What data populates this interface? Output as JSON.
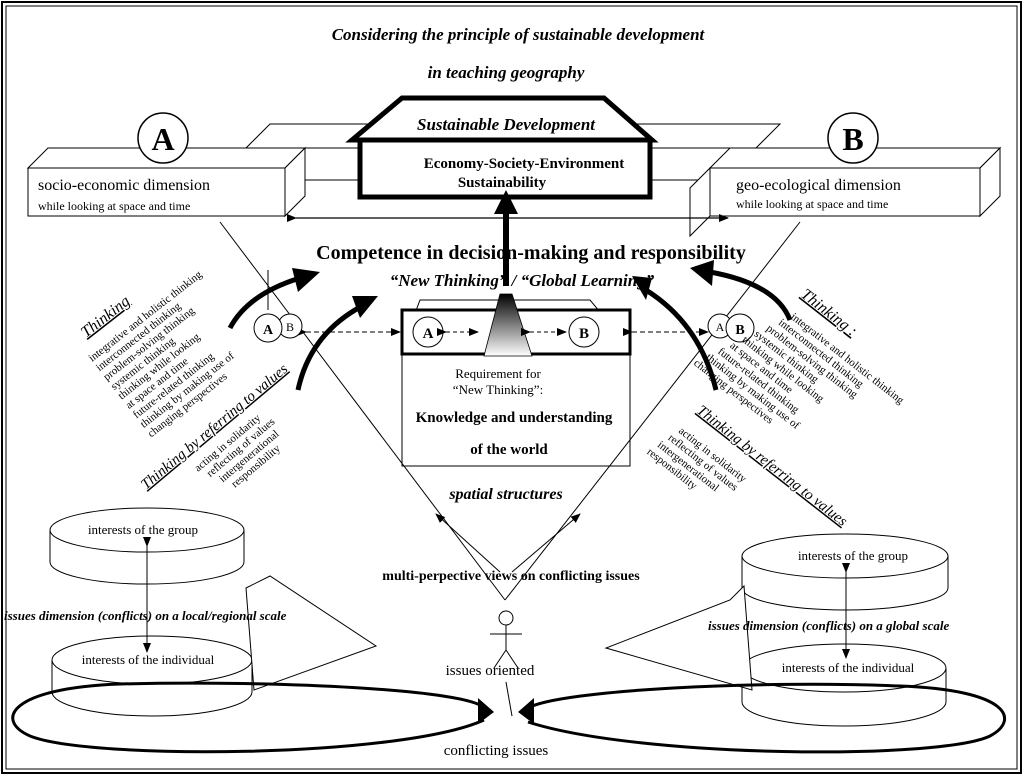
{
  "title": {
    "line1": "Considering the principle of sustainable development",
    "line2": "in teaching geography"
  },
  "center": {
    "roof_label": "Sustainable Development",
    "core_line1": "Economy-Society-Environment",
    "core_line2": "Sustainability",
    "competence": "Competence in decision-making and responsibility",
    "new_thinking": "“New Thinking” / “Global Learning”",
    "req_line1": "Requirement  for",
    "req_line2": "“New Thinking”:",
    "knowledge_line1": "Knowledge and understanding",
    "knowledge_line2": "of the world",
    "spatial": "spatial structures",
    "multi": "multi-perpective views on conflicting issues",
    "issues_oriented": "issues oriented",
    "conflicting": "conflicting issues",
    "box_a": "A",
    "box_b": "B"
  },
  "left": {
    "circle": "A",
    "dim_title": "socio-economic dimension",
    "dim_sub": "while looking at space and time",
    "thinking_head": "Thinking",
    "thinking_lines": [
      "integrative and holistic thinking",
      "interconnected thinking",
      "problem-solving thinking",
      "systemic thinking",
      "thinking while looking",
      "at space and time",
      "future-related thinking",
      "thinking by making use of",
      "changing perspectives"
    ],
    "values_head": "Thinking by referring to values",
    "values_lines": [
      "acting in solidarity",
      "reflecting of values",
      "intergenerational",
      "responsibility"
    ],
    "small_a": "A",
    "small_b": "B",
    "group": "interests of the group",
    "individual": "interests of the individual",
    "scale": "issues dimension (conflicts) on a local/regional scale"
  },
  "right": {
    "circle": "B",
    "dim_title": "geo-ecological dimension",
    "dim_sub": "while looking at space and time",
    "thinking_head": "Thinking :",
    "thinking_lines": [
      "integrative and holistic thinking",
      "interconnected thinking",
      "problem-solving thinking",
      "systemic thinking",
      "thinking while looking",
      "at space and time",
      "future-related thinking",
      "thinking by making use of",
      "changing perspectives"
    ],
    "values_head": "Thinking by referring to values",
    "values_lines": [
      "acting in solidarity",
      "reflecting of values",
      "intergenerational",
      "responsibility"
    ],
    "small_a": "A",
    "small_b": "B",
    "group": "interests of the group",
    "individual": "interests of the individual",
    "scale": "issues dimension (conflicts) on a global scale"
  }
}
